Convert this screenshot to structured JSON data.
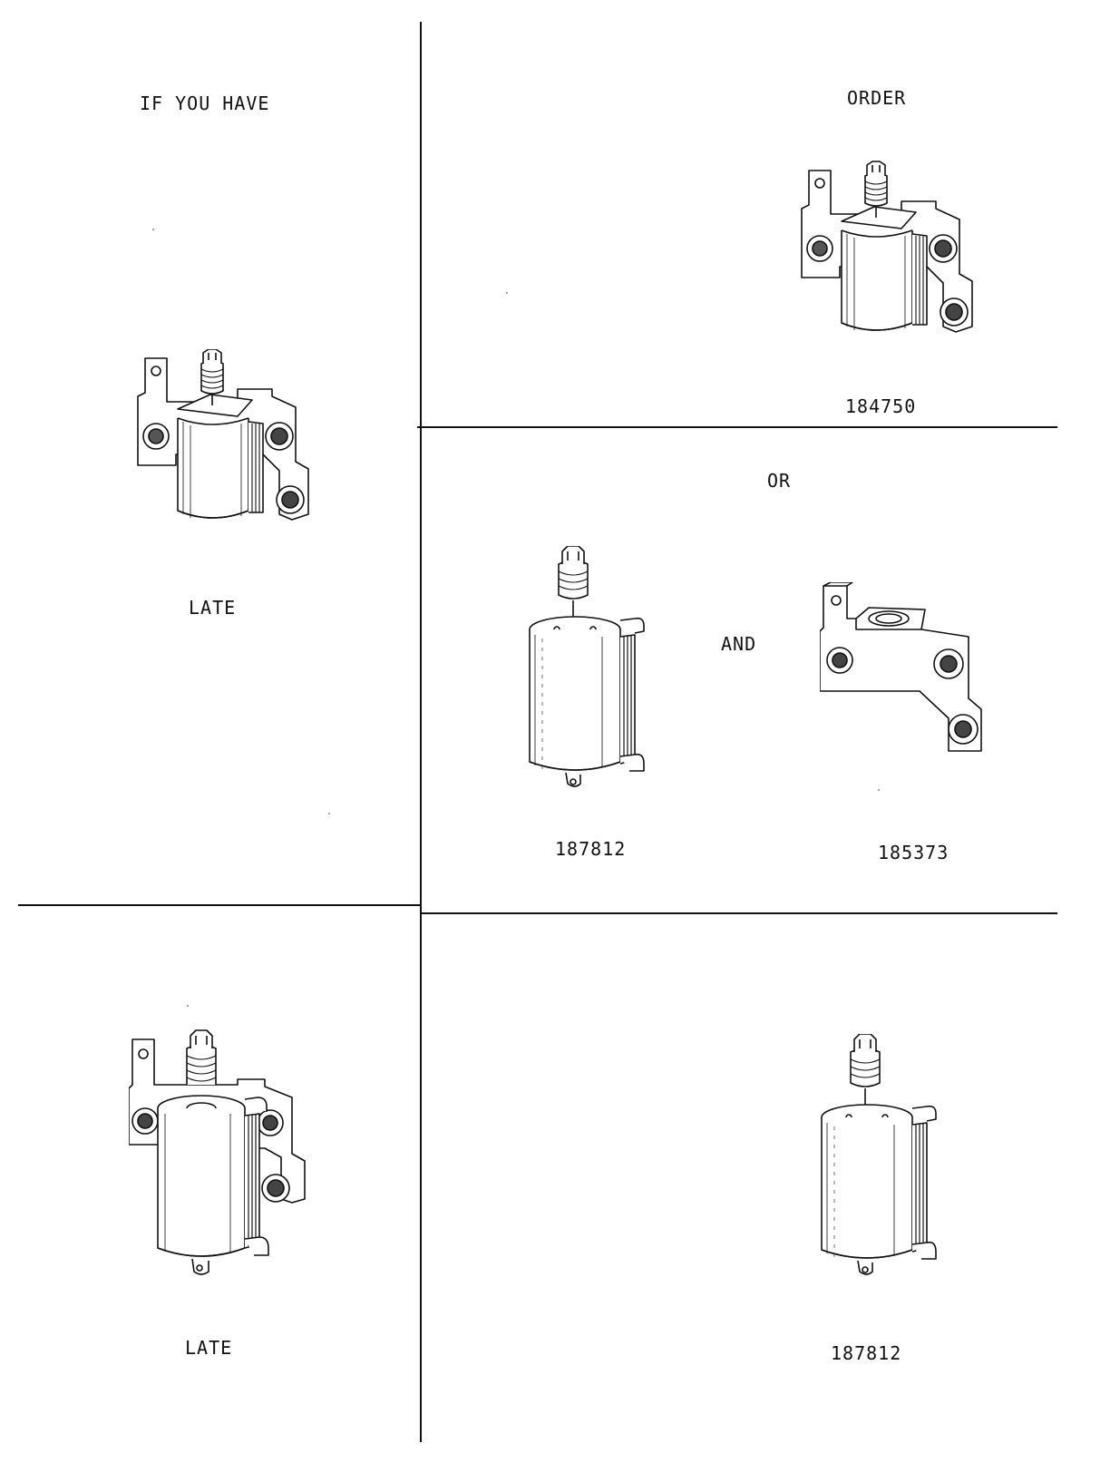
{
  "headers": {
    "if_you_have": "IF YOU HAVE",
    "order": "ORDER"
  },
  "row1": {
    "have_label": "LATE",
    "order_part_number": "184750"
  },
  "row2": {
    "or_label": "OR",
    "and_label": "AND",
    "solenoid_part_number": "187812",
    "bracket_part_number": "185373"
  },
  "row3": {
    "have_label": "LATE",
    "order_part_number": "187812"
  }
}
